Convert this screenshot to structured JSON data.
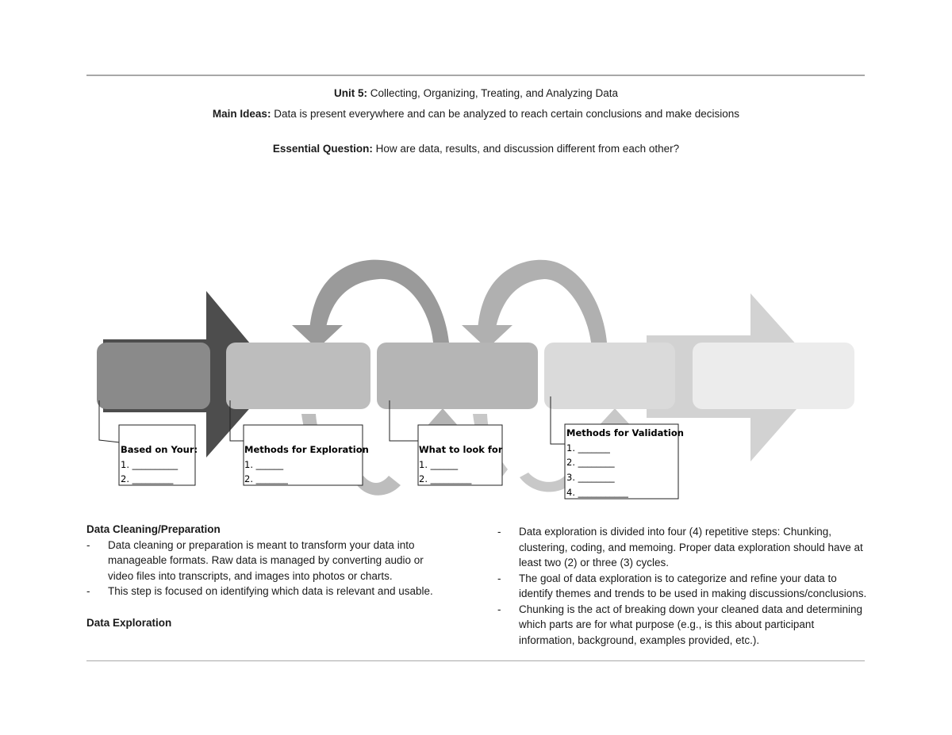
{
  "header": {
    "unit_label": "Unit 5:",
    "unit_text": "Collecting, Organizing, Treating, and Analyzing Data",
    "main_ideas_label": "Main Ideas:",
    "main_ideas_text": "Data is present everywhere and can be analyzed to reach certain conclusions and make decisions",
    "essential_label": "Essential Question:",
    "essential_text": "How are data, results, and discussion different from each other?"
  },
  "diagram": {
    "callouts": [
      {
        "title": "Based on Your:",
        "lines": [
          "1. __________",
          "2. _________"
        ]
      },
      {
        "title": "Methods for Exploration",
        "lines": [
          "1.  ______",
          "2.  _______"
        ]
      },
      {
        "title": "What to look for",
        "lines": [
          "1.  ______",
          "2.  _________"
        ]
      },
      {
        "title": "Methods for Validation",
        "lines": [
          "1.   _______",
          "2.   ________",
          "3.   ________",
          "4.   ___________"
        ]
      }
    ]
  },
  "left_column": {
    "section1_title": "Data Cleaning/Preparation",
    "section1_items": [
      "Data cleaning or preparation is meant to transform your data into manageable formats. Raw data is managed by converting audio or video files into transcripts, and images into photos or charts.",
      "This step is focused on identifying which data is relevant and usable."
    ],
    "section2_title": "Data Exploration"
  },
  "right_column": {
    "items": [
      "Data exploration is divided into four (4) repetitive steps: Chunking, clustering, coding, and memoing. Proper data exploration should have at least two (2) or three (3) cycles.",
      "The goal of data exploration is to categorize and refine your data to identify themes and trends to be used in making discussions/conclusions.",
      "Chunking is the act of breaking down your cleaned data and determining which parts are for what purpose (e.g., is this about participant information, background, examples provided, etc.)."
    ]
  },
  "bullet_dash": "-"
}
